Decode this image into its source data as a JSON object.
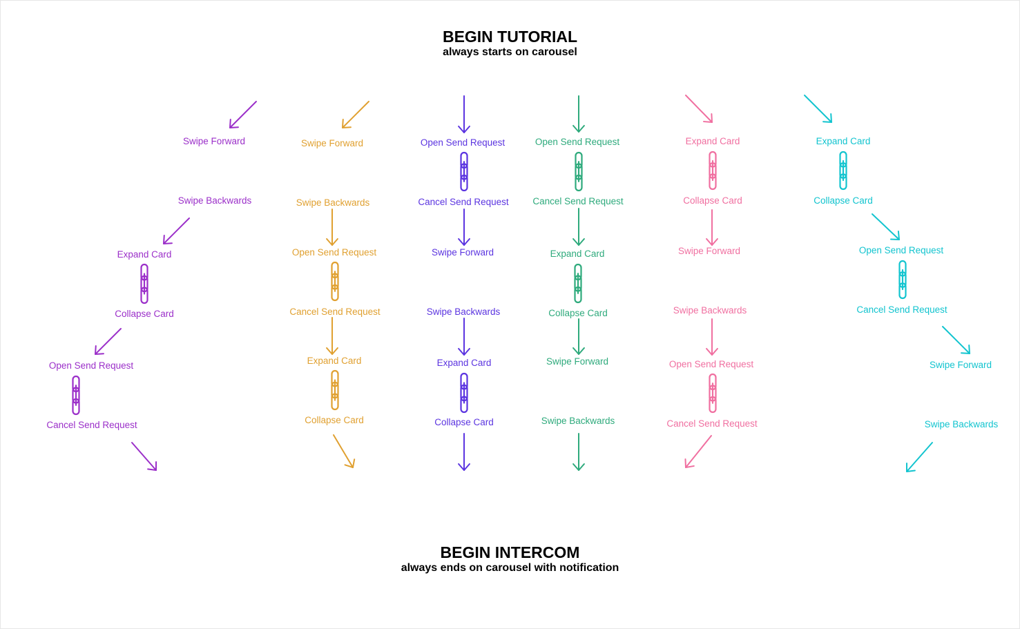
{
  "header": {
    "title": "BEGIN TUTORIAL",
    "subtitle": "always starts on carousel"
  },
  "footer": {
    "title": "BEGIN INTERCOM",
    "subtitle": "always ends on carousel with notification"
  },
  "flows": [
    {
      "id": "flow-1",
      "color": "#9b2fc9",
      "steps": [
        "Swipe Forward",
        "Swipe Backwards",
        "Expand Card",
        "Collapse Card",
        "Open Send Request",
        "Cancel Send Request"
      ],
      "connectors": [
        "arrow",
        "none",
        "arrow",
        "chain",
        "arrow",
        "chain",
        "arrow"
      ]
    },
    {
      "id": "flow-2",
      "color": "#e0a030",
      "steps": [
        "Swipe Forward",
        "Swipe Backwards",
        "Open Send Request",
        "Cancel Send Request",
        "Expand Card",
        "Collapse Card"
      ],
      "connectors": [
        "arrow",
        "none",
        "arrow",
        "chain",
        "arrow",
        "chain",
        "arrow"
      ]
    },
    {
      "id": "flow-3",
      "color": "#5b34e0",
      "steps": [
        "Open Send Request",
        "Cancel Send Request",
        "Swipe Forward",
        "Swipe Backwards",
        "Expand Card",
        "Collapse Card"
      ],
      "connectors": [
        "arrow",
        "chain",
        "arrow",
        "none",
        "arrow",
        "chain",
        "arrow"
      ]
    },
    {
      "id": "flow-4",
      "color": "#2eaa7c",
      "steps": [
        "Open Send Request",
        "Cancel Send Request",
        "Expand Card",
        "Collapse Card",
        "Swipe Forward",
        "Swipe Backwards"
      ],
      "connectors": [
        "arrow",
        "chain",
        "arrow",
        "chain",
        "arrow",
        "none",
        "arrow"
      ]
    },
    {
      "id": "flow-5",
      "color": "#f06fa0",
      "steps": [
        "Expand Card",
        "Collapse Card",
        "Swipe Forward",
        "Swipe Backwards",
        "Open Send Request",
        "Cancel Send Request"
      ],
      "connectors": [
        "arrow",
        "chain",
        "arrow",
        "none",
        "arrow",
        "chain",
        "arrow"
      ]
    },
    {
      "id": "flow-6",
      "color": "#12c4cf",
      "steps": [
        "Expand Card",
        "Collapse Card",
        "Open Send Request",
        "Cancel Send Request",
        "Swipe Forward",
        "Swipe Backwards"
      ],
      "connectors": [
        "arrow",
        "chain",
        "arrow",
        "chain",
        "arrow",
        "none",
        "arrow"
      ]
    }
  ]
}
